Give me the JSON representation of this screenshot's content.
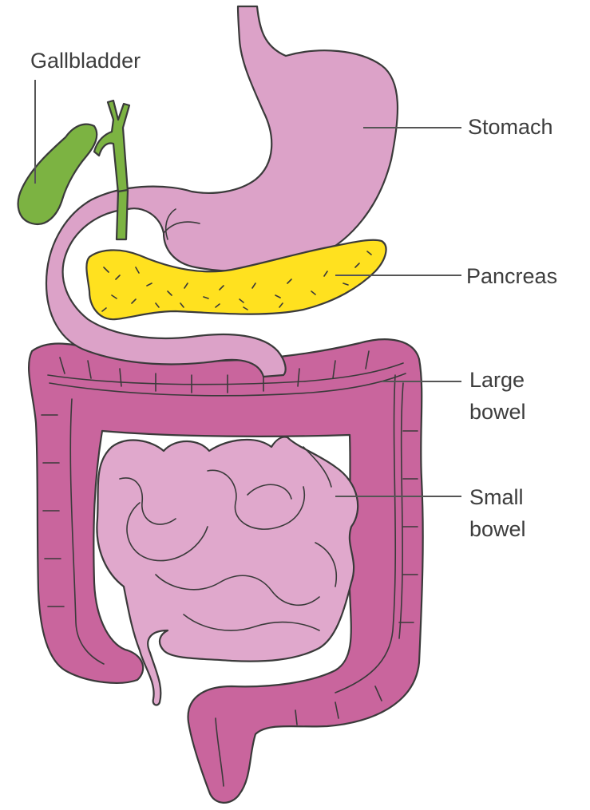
{
  "labels": {
    "gallbladder": "Gallbladder",
    "stomach": "Stomach",
    "pancreas": "Pancreas",
    "large_bowel": [
      "Large",
      "bowel"
    ],
    "small_bowel": [
      "Small",
      "bowel"
    ]
  },
  "colors": {
    "gallbladder": "#7cb342",
    "stomach": "#dca2c8",
    "pancreas": "#ffe11f",
    "large_bowel": "#c9659d",
    "small_bowel": "#e0a8cc",
    "outline": "#3a3a3a",
    "label_text": "#3d3d3d"
  }
}
